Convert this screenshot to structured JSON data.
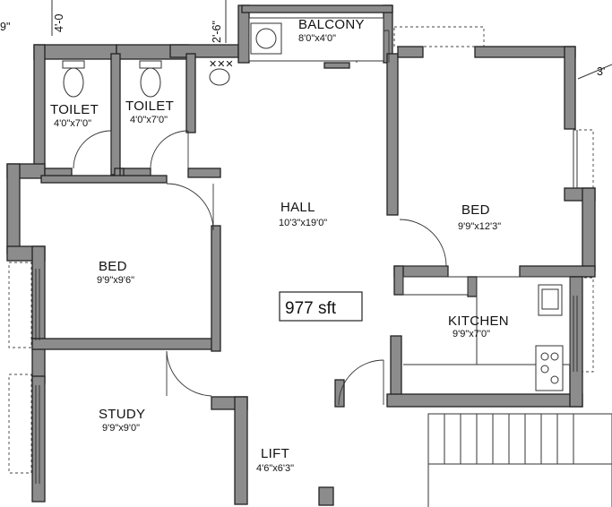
{
  "rooms": {
    "balcony": {
      "name": "BALCONY",
      "dims": "8'0\"x4'0\""
    },
    "toilet1": {
      "name": "TOILET",
      "dims": "4'0\"x7'0\""
    },
    "toilet2": {
      "name": "TOILET",
      "dims": "4'0\"x7'0\""
    },
    "hall": {
      "name": "HALL",
      "dims": "10'3\"x19'0\""
    },
    "bed_right": {
      "name": "BED",
      "dims": "9'9\"x12'3\""
    },
    "bed_left": {
      "name": "BED",
      "dims": "9'9\"x9'6\""
    },
    "kitchen": {
      "name": "KITCHEN",
      "dims": "9'9\"x7'0\""
    },
    "study": {
      "name": "STUDY",
      "dims": "9'9\"x9'0\""
    },
    "lift": {
      "name": "LIFT",
      "dims": "4'6\"x6'3\""
    }
  },
  "area_label": "977 sft",
  "edge_dims": {
    "top_left": "9\"",
    "top_left_vertical": "4'-0",
    "balcony_vertical": "2'-6\"",
    "top_right": "3'"
  }
}
